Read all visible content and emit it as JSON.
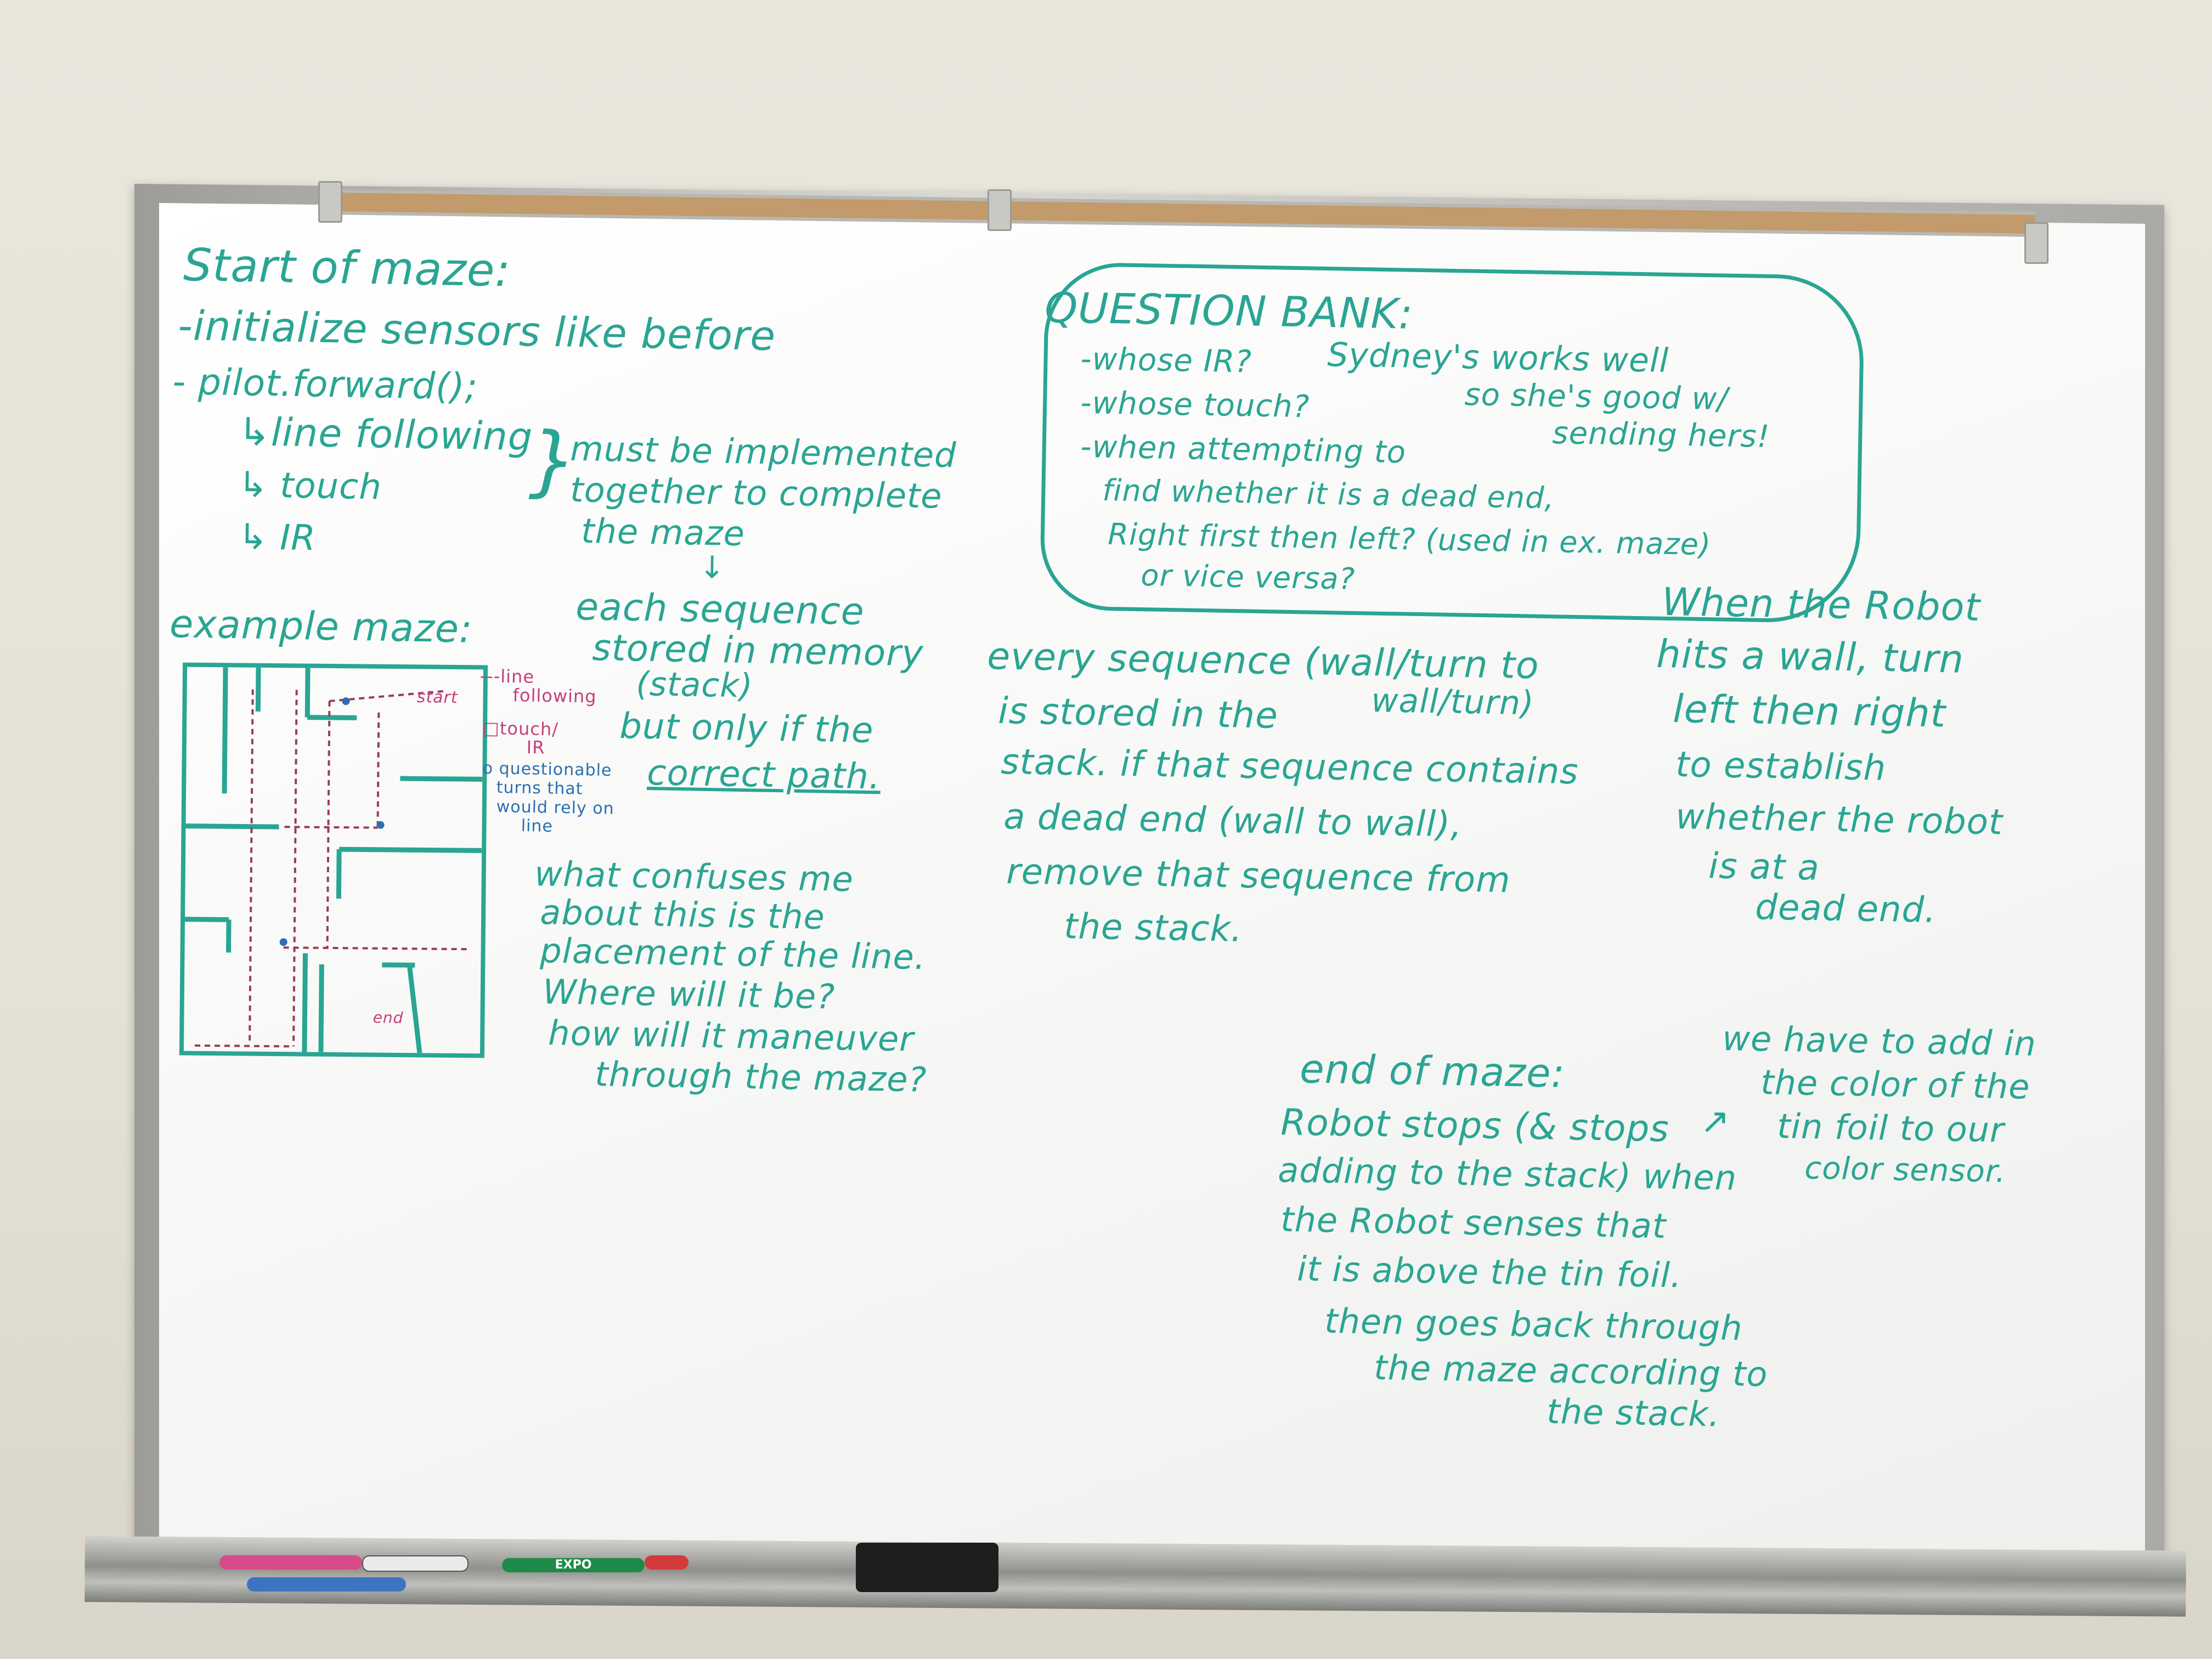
{
  "left_column": {
    "title": "Start of maze:",
    "line1": "-initialize sensors like before",
    "line2": "- pilot.forward();",
    "sub_line_following": "↳line following",
    "sub_touch": "↳ touch",
    "sub_ir": "↳ IR",
    "brace_note1": "must be implemented",
    "brace_note2": "together to complete",
    "brace_note3": "the maze",
    "arrow_down": "↓",
    "seq1": "each sequence",
    "seq2": "stored in memory",
    "seq3": "(stack)",
    "seq4": "but only if the",
    "seq5": "correct path.",
    "example_label": "example maze:",
    "confuse1": "what confuses me",
    "confuse2": "about this is the",
    "confuse3": "placement of the line.",
    "confuse4": "Where will it be?",
    "confuse5": "how will it maneuver",
    "confuse6": "through the maze?"
  },
  "maze_legend": {
    "start": "start",
    "end": "end",
    "line_following_a": "---line",
    "line_following_b": "following",
    "touch_a": "□touch/",
    "touch_b": "IR",
    "questionable_a": "o questionable",
    "questionable_b": "turns that",
    "questionable_c": "would rely on",
    "questionable_d": "line"
  },
  "question_bank": {
    "title": "QUESTION BANK:",
    "q1": "-whose IR?",
    "a1": "Sydney's works well",
    "q2": "-whose touch?",
    "a2": "so she's good w/",
    "a3": "sending hers!",
    "q3": "-when attempting to",
    "q3b": "find whether it is a dead end,",
    "q3c": "Right first then left? (used in ex. maze)",
    "q3d": "or vice versa?"
  },
  "middle_column": {
    "l1": "every sequence (wall/turn to",
    "l2": "is stored in the",
    "l2b": "wall/turn)",
    "l3": "stack. if that sequence contains",
    "l4": "a dead end (wall to wall),",
    "l5": "remove that sequence from",
    "l6": "the stack."
  },
  "right_column": {
    "l1": "When the Robot",
    "l2": "hits a wall, turn",
    "l3": "left then right",
    "l4": "to establish",
    "l5": "whether the robot",
    "l6": "is at a",
    "l7": "dead end."
  },
  "end_of_maze": {
    "title": "end of maze:",
    "l1": "Robot stops (& stops",
    "l2": "adding to the stack) when",
    "l3": "the Robot senses that",
    "l4": "it is above the tin foil.",
    "l5": "then goes back through",
    "l6": "the maze according to",
    "l7": "the stack.",
    "side1": "we have to add in",
    "side2": "the color of the",
    "side3": "tin foil to our",
    "side4": "color sensor."
  },
  "tray_items": {
    "expo_label": "EXPO"
  },
  "colors": {
    "teal_ink": "#2aa593",
    "pink_ink": "#c63f7a",
    "blue_ink": "#2b6fb3"
  }
}
